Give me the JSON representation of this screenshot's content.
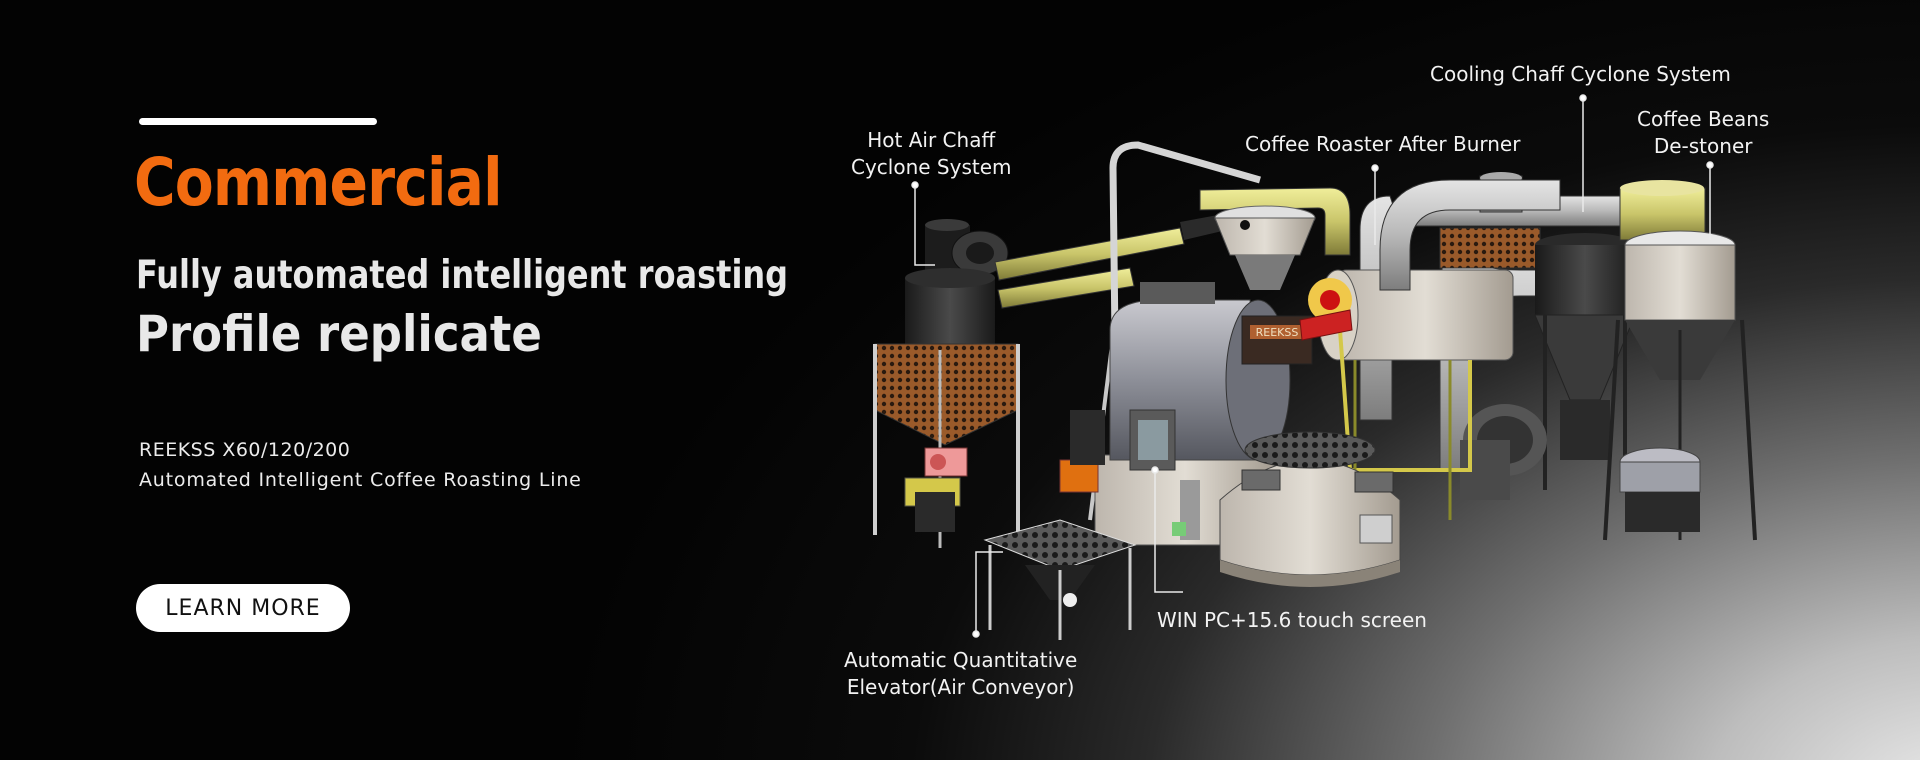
{
  "hero": {
    "title": "Commercial",
    "subtitle_line1": "Fully automated intelligent roasting",
    "subtitle_line2": "Profile replicate",
    "model": "REEKSS X60/120/200",
    "description": "Automated Intelligent Coffee Roasting Line",
    "cta_label": "LEARN MORE"
  },
  "callouts": {
    "hot_air_line1": "Hot Air Chaff",
    "hot_air_line2": "Cyclone System",
    "after_burner": "Coffee Roaster After Burner",
    "cooling_chaff": "Cooling Chaff Cyclone System",
    "destoner_line1": "Coffee Beans",
    "destoner_line2": "De-stoner",
    "touch_screen": "WIN PC+15.6 touch screen",
    "elevator_line1": "Automatic Quantitative",
    "elevator_line2": "Elevator(Air Conveyor)"
  },
  "machine": {
    "brand_plate": "REEKSS"
  },
  "colors": {
    "accent": "#f26b10",
    "text": "#e8e8e8",
    "button_bg": "#ffffff"
  }
}
